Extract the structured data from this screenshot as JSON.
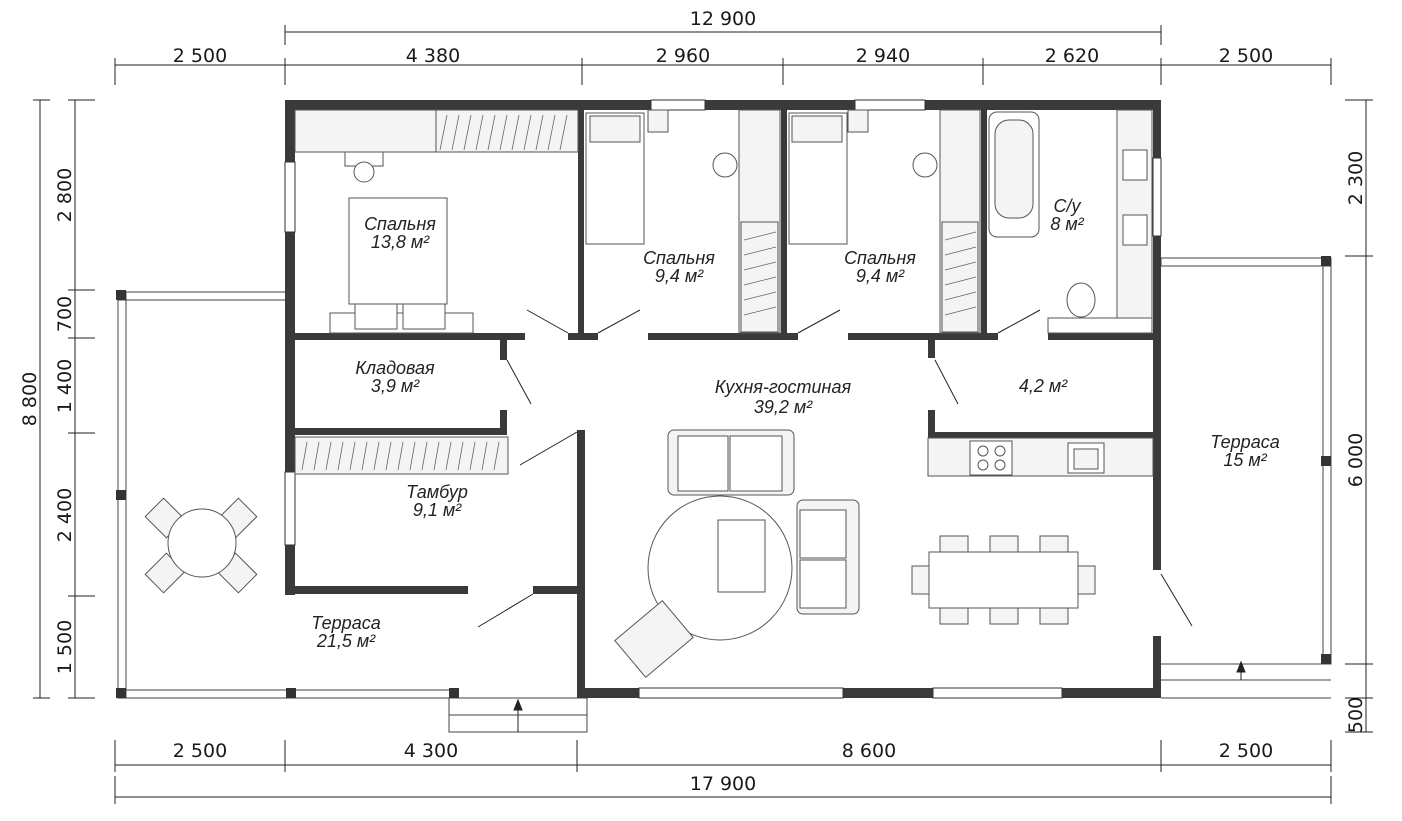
{
  "dimensions": {
    "top_total": "12 900",
    "top": [
      "2 500",
      "4 380",
      "2 960",
      "2 940",
      "2 620",
      "2 500"
    ],
    "bottom": [
      "2 500",
      "4 300",
      "8 600",
      "2 500"
    ],
    "bottom_total": "17 900",
    "left_total": "8 800",
    "left": [
      "2 800",
      "700",
      "1 400",
      "2 400",
      "1 500"
    ],
    "right": [
      "2 300",
      "6 000",
      "500"
    ]
  },
  "rooms": {
    "bedroom1": {
      "name": "Спальня",
      "area": "13,8 м²"
    },
    "bedroom2": {
      "name": "Спальня",
      "area": "9,4 м²"
    },
    "bedroom3": {
      "name": "Спальня",
      "area": "9,4 м²"
    },
    "bath": {
      "name": "С/у",
      "area": "8 м²"
    },
    "pantry": {
      "name": "Кладовая",
      "area": "3,9 м²"
    },
    "kitchen": {
      "name": "Кухня-гостиная",
      "area": "39,2 м²"
    },
    "hall": {
      "area": "4,2 м²"
    },
    "vestibule": {
      "name": "Тамбур",
      "area": "9,1 м²"
    },
    "terrace_left": {
      "name": "Терраса",
      "area": "21,5 м²"
    },
    "terrace_right": {
      "name": "Терраса",
      "area": "15 м²"
    }
  }
}
